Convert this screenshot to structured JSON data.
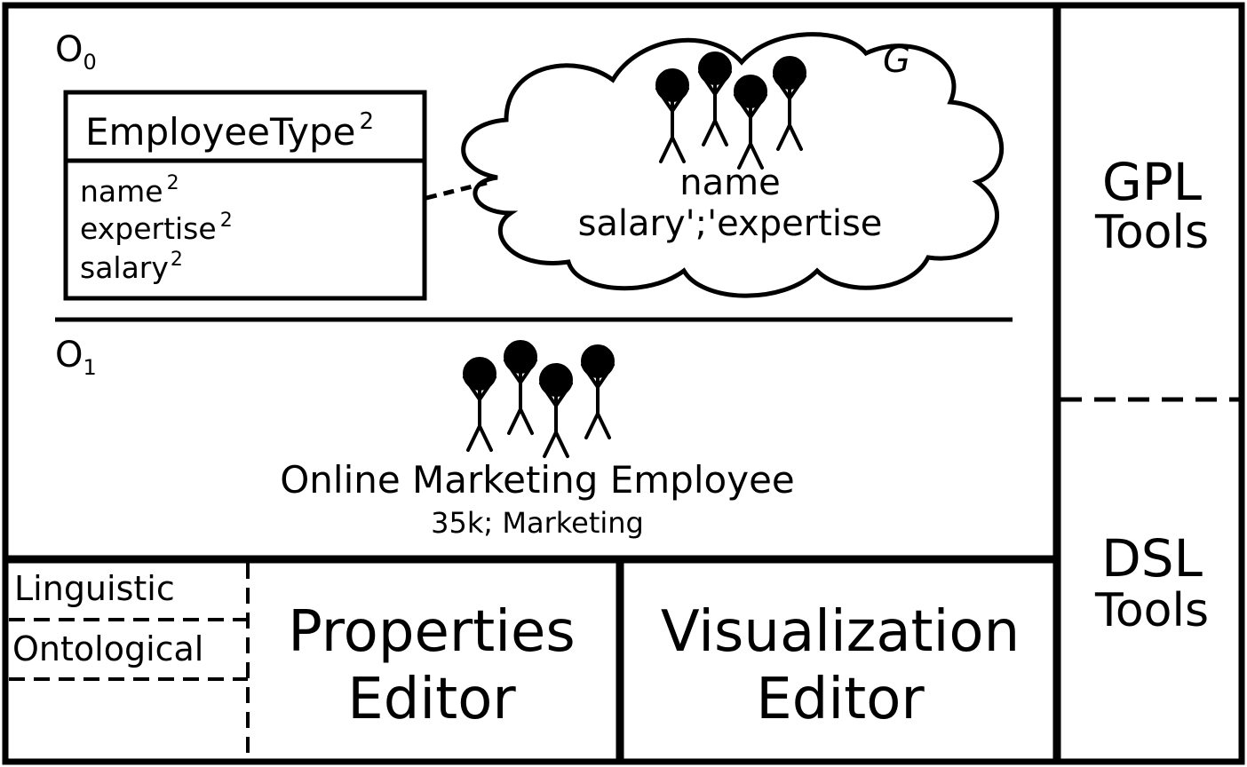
{
  "ontology_levels": {
    "o0": {
      "letter": "O",
      "sub": "0"
    },
    "o1": {
      "letter": "O",
      "sub": "1"
    }
  },
  "class_box": {
    "name": "EmployeeType",
    "name_potency": "2",
    "attributes": [
      {
        "name": "name",
        "potency": "2"
      },
      {
        "name": "expertise",
        "potency": "2"
      },
      {
        "name": "salary",
        "potency": "2"
      }
    ]
  },
  "cloud": {
    "marker": "G",
    "line1": "name",
    "line2": "salary';'expertise"
  },
  "instance": {
    "title": "Online Marketing Employee",
    "subtitle": "35k; Marketing"
  },
  "side_panel": {
    "gpl_line1": "GPL",
    "gpl_line2": "Tools",
    "dsl_line1": "DSL",
    "dsl_line2": "Tools"
  },
  "bottom": {
    "linguistic_tab": "Linguistic",
    "ontological_tab": "Ontological",
    "properties_line1": "Properties",
    "properties_line2": "Editor",
    "visualization_line1": "Visualization",
    "visualization_line2": "Editor"
  },
  "colors": {
    "ink": "#000000",
    "background": "#ffffff"
  },
  "icons": [
    "stick-figure-group-icon",
    "stick-figure-group-icon"
  ]
}
